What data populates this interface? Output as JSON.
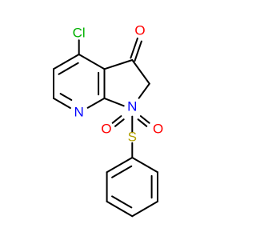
{
  "molecule": {
    "atoms": {
      "cl": {
        "symbol": "Cl",
        "color": "#00b000"
      },
      "o_ketone": {
        "symbol": "O",
        "color": "#ff0000"
      },
      "n_pyridine": {
        "symbol": "N",
        "color": "#0000ff"
      },
      "n_pyrrole": {
        "symbol": "N",
        "color": "#0000ff"
      },
      "s_sulfonyl": {
        "symbol": "S",
        "color": "#b2a000"
      },
      "o_sulfonyl_left": {
        "symbol": "O",
        "color": "#ff0000"
      },
      "o_sulfonyl_right": {
        "symbol": "O",
        "color": "#ff0000"
      }
    },
    "bond_color": "#000000",
    "background": "#ffffff"
  }
}
